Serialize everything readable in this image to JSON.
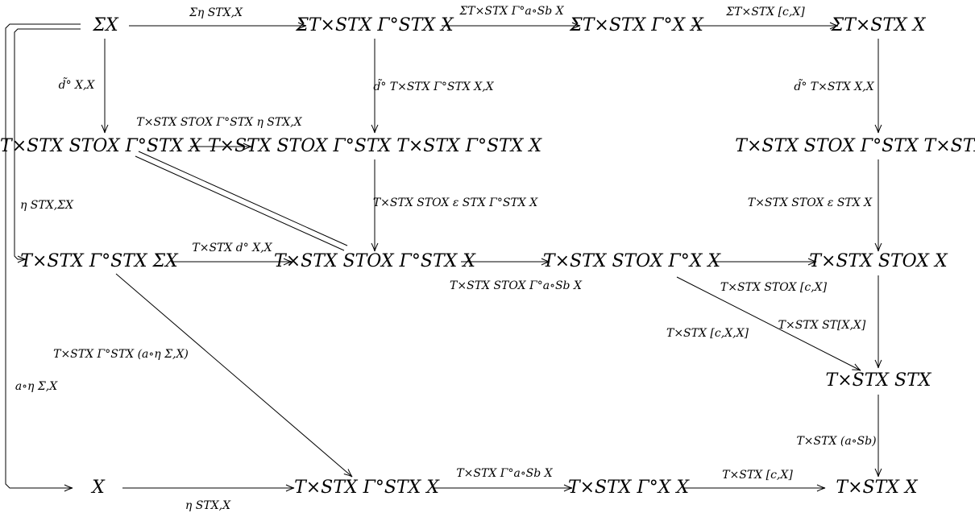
{
  "diagram": {
    "nodes": {
      "sigma_x": "ΣX",
      "sigma_T_G_X": "ΣT×STX Γ°STX X",
      "sigma_T_G_X_X": "ΣT×STX Γ°X X",
      "sigma_T_X": "ΣT×STX X",
      "T_STO_G_X": "T×STX STOX Γ°STX X",
      "T_STO_G_T_G_X": "T×STX STOX Γ°STX T×STX Γ°STX X",
      "T_STO_G_T_X": "T×STX STOX Γ°STX T×STX X",
      "T_G_sigma_X": "T×STX Γ°STX ΣX",
      "T_STO_G_X_mid": "T×STX STOX Γ°STX X",
      "T_STO_GX_X": "T×STX STOX Γ°X X",
      "T_STO_X": "T×STX STOX X",
      "T_STX": "T×STX STX",
      "x": "X",
      "T_G_X_bottom": "T×STX Γ°STX X",
      "T_GX_X_bottom": "T×STX Γ°X X",
      "T_X": "T×STX X"
    },
    "labels": {
      "eta_top": "Ση STX,X",
      "sigma_T_G_asb": "ΣT×STX Γ°a∘Sb X",
      "sigma_T_c": "ΣT×STX [c,X]",
      "d_XX": "d̃° X,X",
      "d_T_G": "d̃° T×STX Γ°STX X,X",
      "d_T": "d̃° T×STX X,X",
      "T_STO_G_eta": "T×STX STOX Γ°STX η STX,X",
      "T_STO_eps_G": "T×STX STOX ε STX Γ°STX X",
      "T_STO_eps": "T×STX STOX ε STX X",
      "eta_sigma": "η STX,ΣX",
      "T_d": "T×STX d° X,X",
      "T_STO_G_asb": "T×STX STOX Γ°a∘Sb X",
      "T_STO_c": "T×STX STOX [c,X]",
      "T_ST_XX": "T×STX ST[X,X]",
      "T_c_XX": "T×STX [c,X,X]",
      "T_G_a_eta": "T×STX Γ°STX (a∘η Σ,X)",
      "a_eta": "a∘η Σ,X",
      "T_a_Sb": "T×STX (a∘Sb)",
      "eta_bottom": "η STX,X",
      "T_G_asb_bottom": "T×STX Γ°a∘Sb X",
      "T_c_X": "T×STX [c,X]"
    }
  }
}
